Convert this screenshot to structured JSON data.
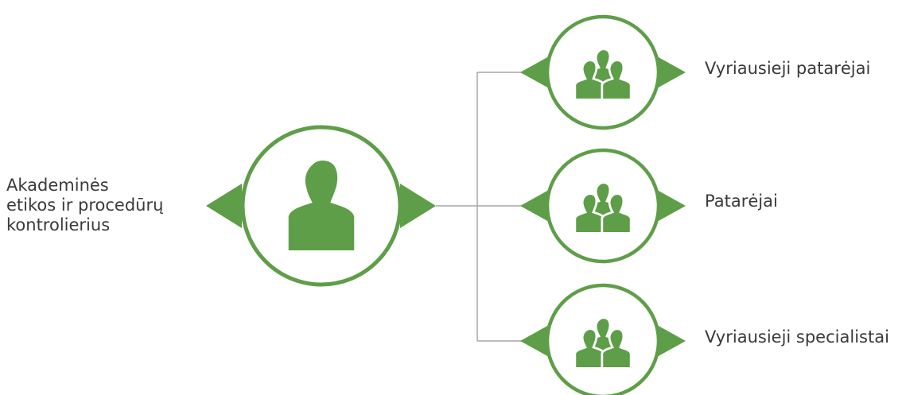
{
  "colors": {
    "accent": "#5e9e48",
    "connector": "#a6a6a6",
    "text": "#3a3a3a",
    "background": "#ffffff"
  },
  "root": {
    "label": "Akademinės\netikos ir procedūrų\nkontrolierius",
    "icon": "person-icon"
  },
  "children": [
    {
      "label": "Vyriausieji patarėjai",
      "icon": "group-icon"
    },
    {
      "label": "Patarėjai",
      "icon": "group-icon"
    },
    {
      "label": "Vyriausieji specialistai",
      "icon": "group-icon"
    }
  ]
}
